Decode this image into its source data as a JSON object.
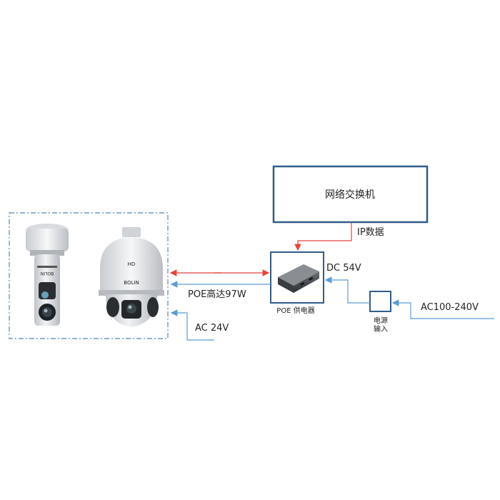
{
  "switch_label": "网络交换机",
  "ip_label": "IP数据",
  "dc_label": "DC 54V",
  "poe_label": "POE高达97W",
  "ac24_label": "AC 24V",
  "injector_label": "POE 供电器",
  "power_input_label_line1": "电源",
  "power_input_label_line2": "输入",
  "ac_input_label": "AC100-240V",
  "camera1_brand": "BOLIN",
  "camera2_brand": "BOLIN",
  "camera2_badge": "HD",
  "colors": {
    "box_border": "#2f5d8a",
    "dashed_border": "#6a9ac4",
    "red_line": "#e8413a",
    "blue_line": "#5b9bd5",
    "text": "#222222"
  }
}
